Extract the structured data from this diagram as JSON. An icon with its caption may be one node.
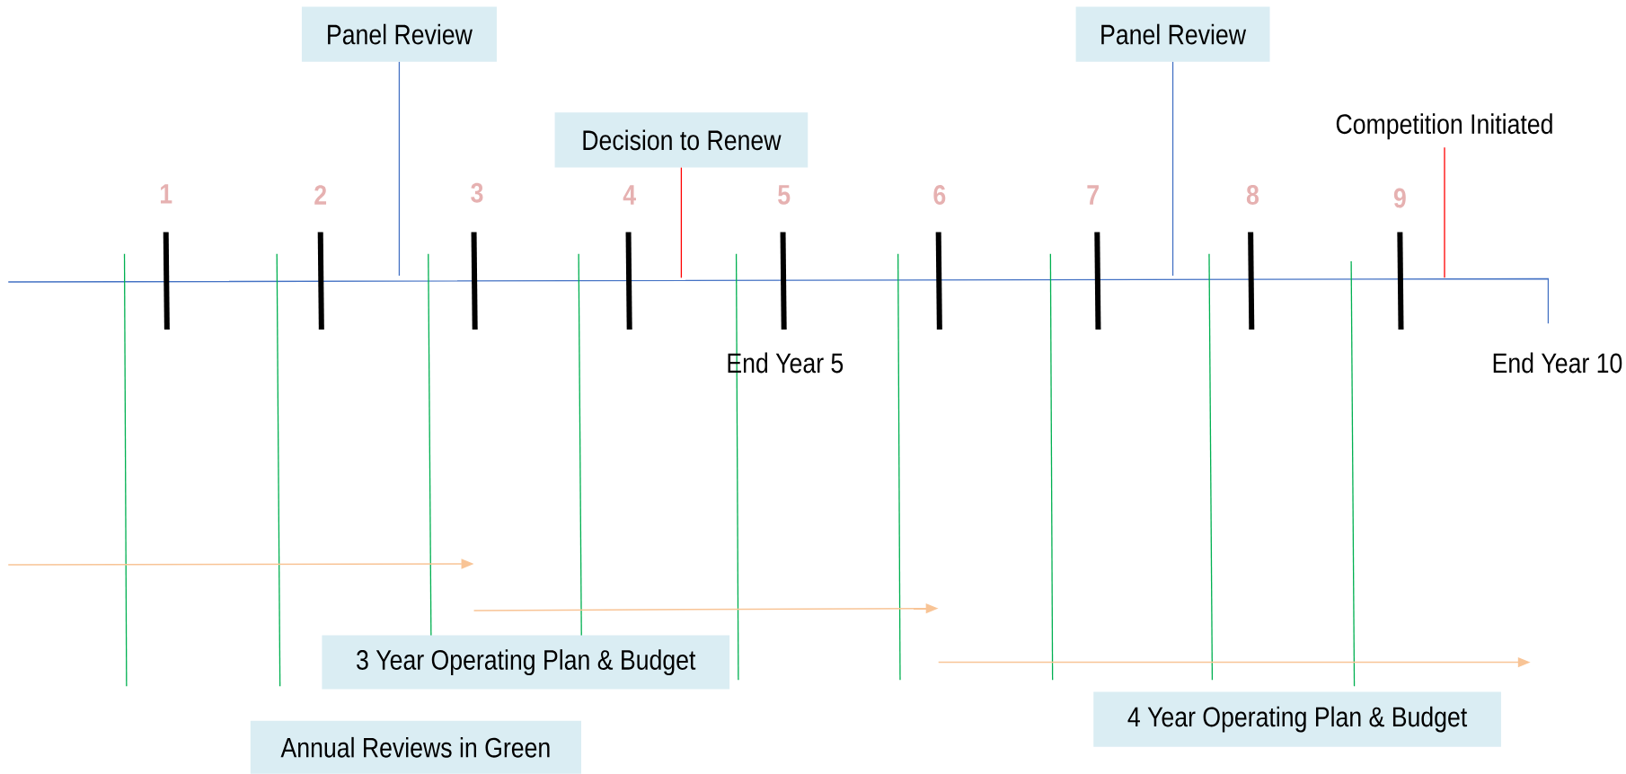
{
  "diagram": {
    "nodes": [
      {
        "text": [
          "Panel Review"
        ]
      },
      {
        "text": [
          "Decision to Renew"
        ]
      },
      {
        "text": [
          "Panel Review"
        ]
      },
      {
        "text": [
          "Competition Initiated"
        ]
      },
      {
        "text": [
          "3 Year Operating Plan & Budget"
        ]
      },
      {
        "text": [
          "Annual Reviews in Green"
        ]
      },
      {
        "text": [
          "4 Year Operating Plan & Budget"
        ]
      }
    ],
    "edges": [
      {
        "from": 0,
        "to": null,
        "arrow": "none",
        "color": "#4472c4"
      },
      {
        "from": 1,
        "to": null,
        "arrow": "none",
        "color": "#ff0000"
      },
      {
        "from": 2,
        "to": null,
        "arrow": "none",
        "color": "#4472c4"
      },
      {
        "from": 3,
        "to": null,
        "arrow": "none",
        "color": "#ff0000"
      }
    ],
    "labels": [
      "1",
      "2",
      "3",
      "4",
      "5",
      "6",
      "7",
      "8",
      "9",
      "End Year 5",
      "End Year 10"
    ]
  }
}
